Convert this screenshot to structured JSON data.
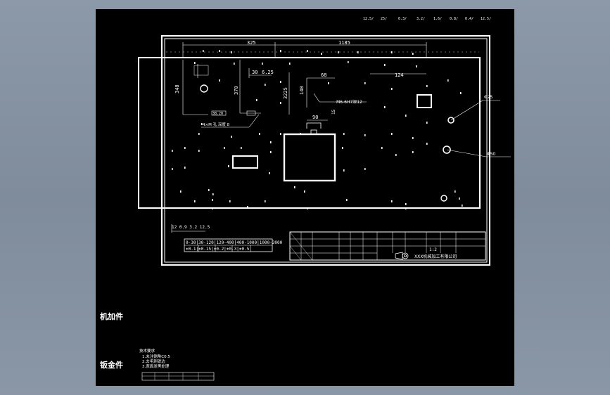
{
  "drawing": {
    "dims": {
      "d325": "325",
      "d1185": "1185",
      "d30": "30",
      "d625": "6.25",
      "d348": "348",
      "d370": "370",
      "d3225": "3225",
      "d68": "68",
      "d140": "140",
      "d124": "124",
      "d15": "15",
      "d90": "90",
      "d3820": "38.20"
    },
    "callouts": {
      "thread": "M6-6H7深12",
      "holes_note": "4×M 孔 深度 8",
      "phi25": "Φ25",
      "phi50": "Φ50"
    },
    "roughness_row": [
      "12.5/",
      "25/",
      "6.3/",
      "3.2/",
      "1.6/",
      "0.8/",
      "0.4/",
      "12.5/"
    ],
    "bottom_left_dims": "12  0.9  3.2  12.5",
    "tolerance_table": {
      "row1": "0-30|30-120|120-400|400-1000|1000-2000",
      "row2": "±0.1|±0.15|±0.2|±0.3|±0.5"
    },
    "title_block": {
      "scale": "1:2",
      "company": "XXX机械加工有限公司"
    },
    "side_labels": {
      "machined": "机加件",
      "sheet_metal": "钣金件"
    },
    "notes": {
      "header": "技术要求",
      "line1": "1.未注倒角C0.5",
      "line2": "2.去毛刺锐边",
      "line3": "3.表面发黑处理"
    }
  }
}
